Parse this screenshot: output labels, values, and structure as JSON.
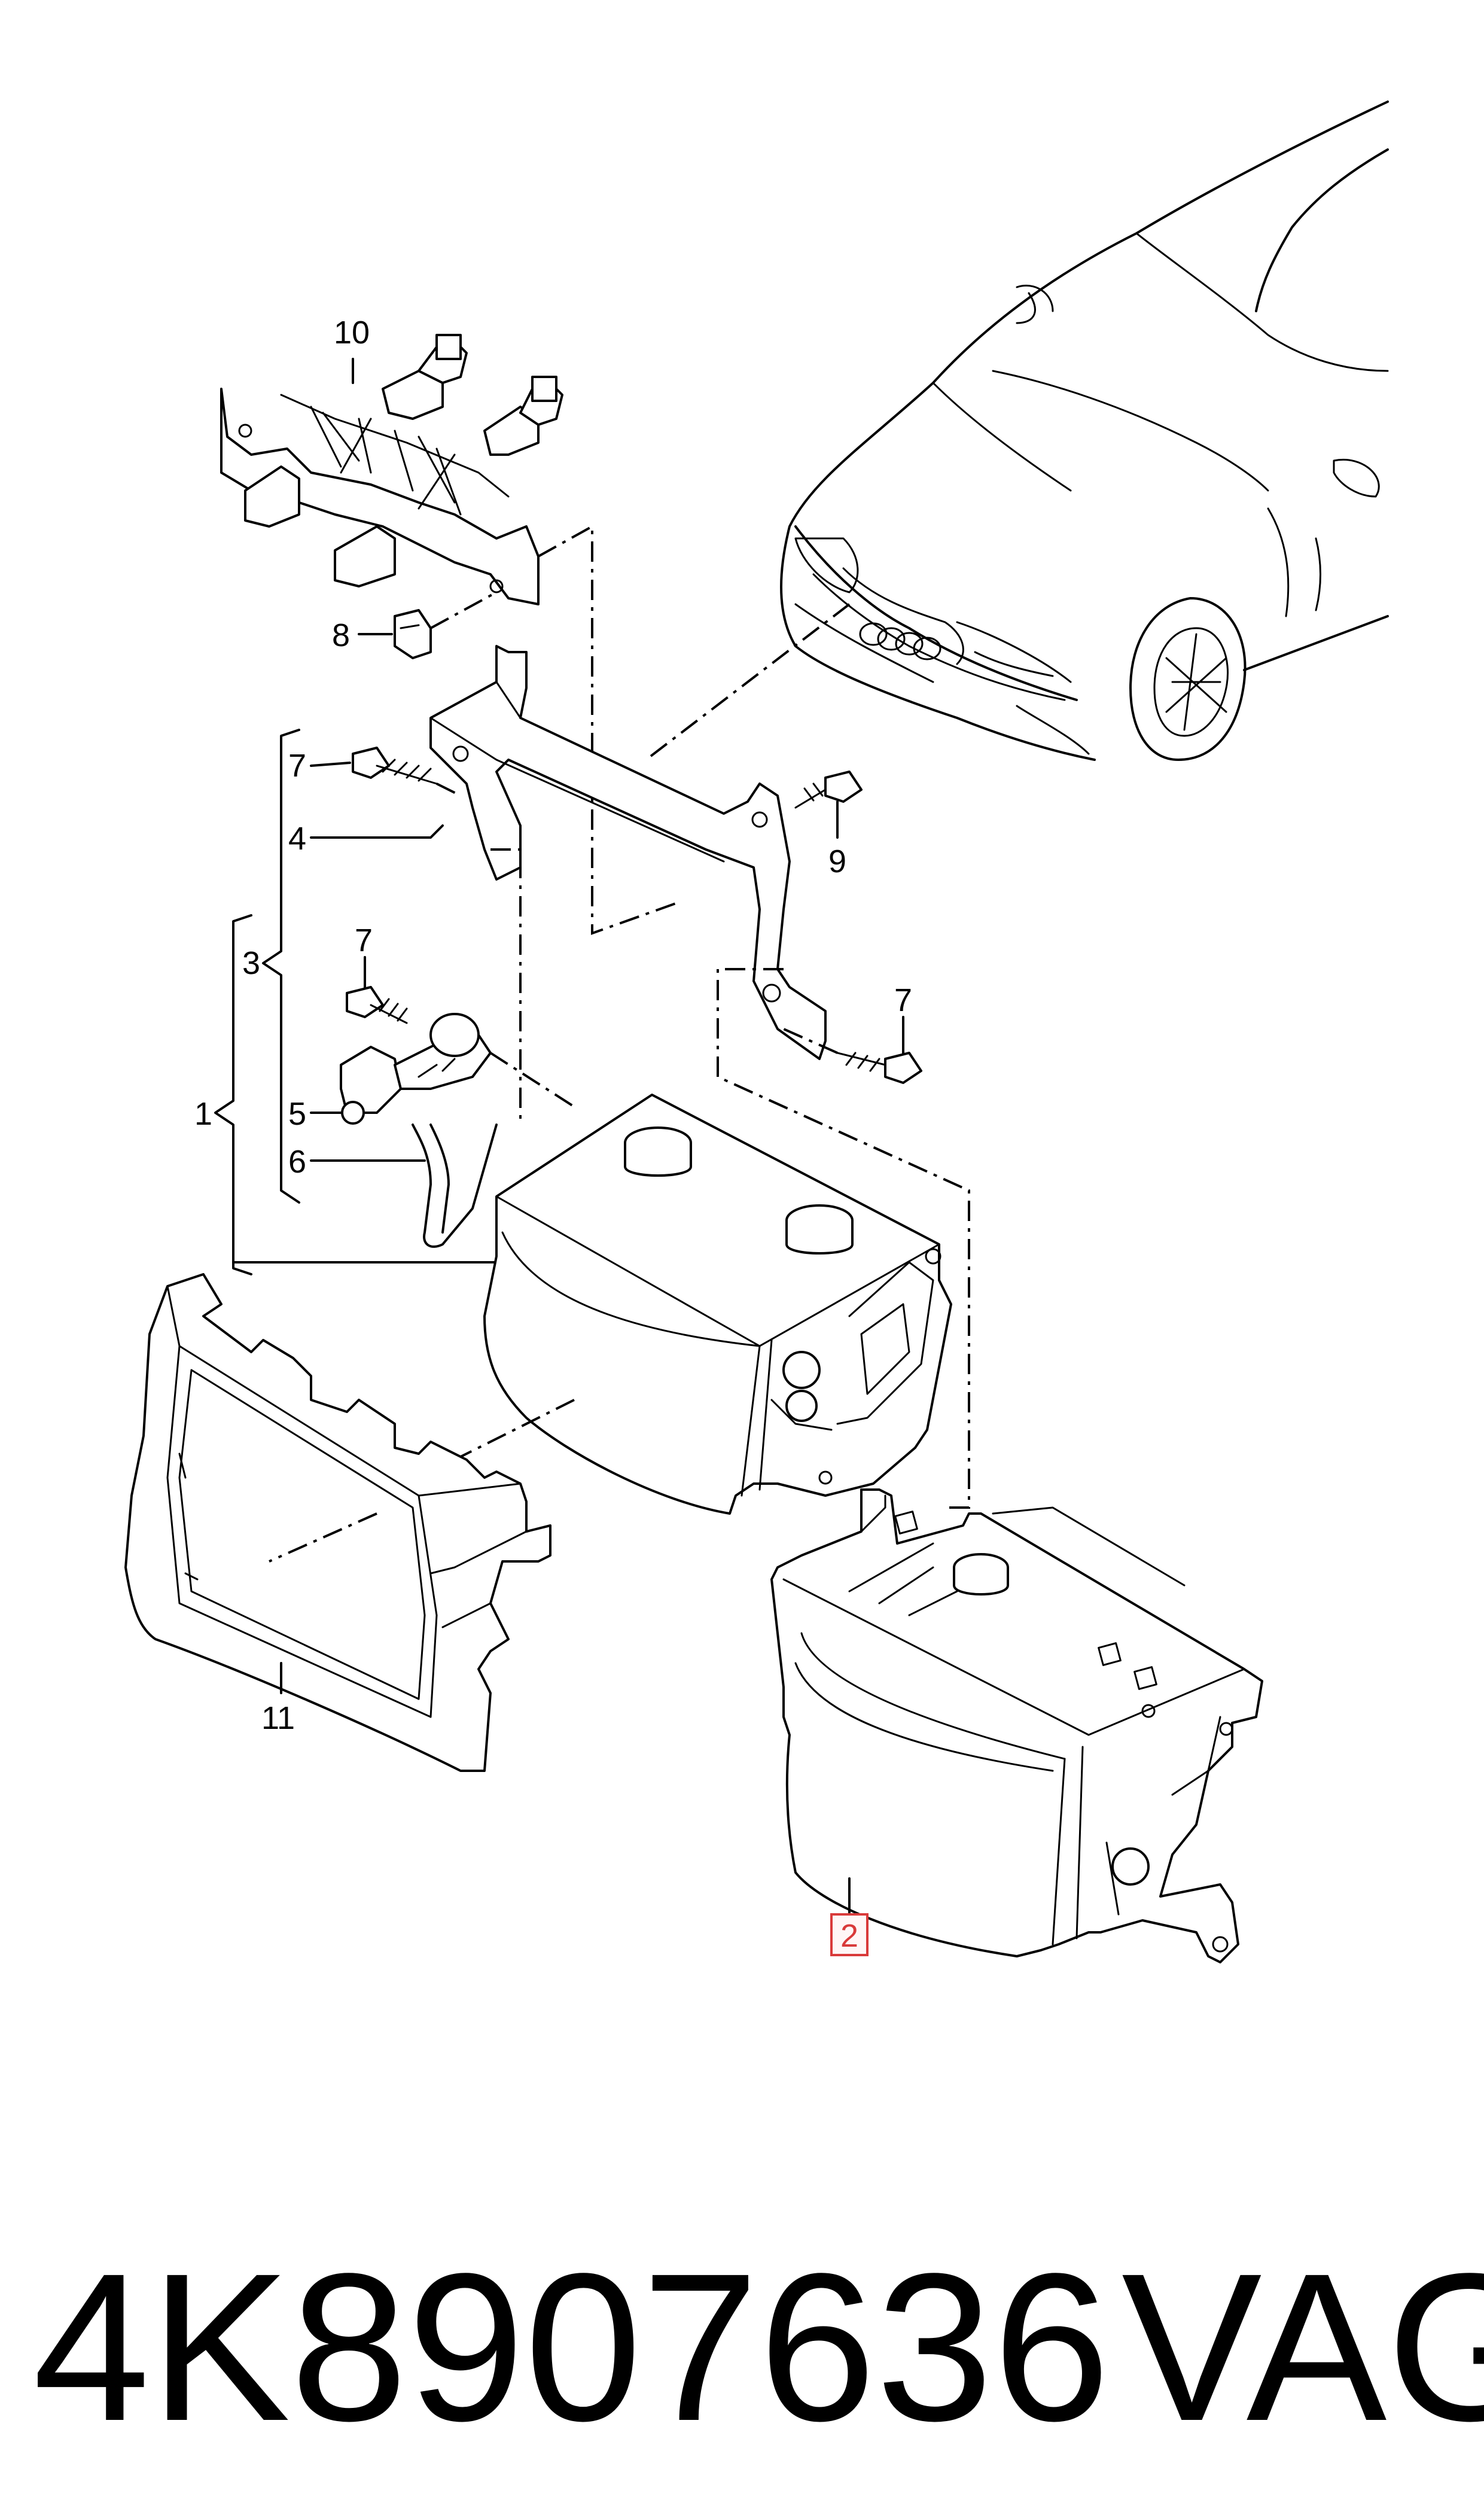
{
  "callouts": {
    "n1": "1",
    "n2": "2",
    "n3": "3",
    "n4": "4",
    "n5": "5",
    "n6": "6",
    "n7a": "7",
    "n7b": "7",
    "n7c": "7",
    "n8": "8",
    "n9": "9",
    "n10": "10",
    "n11": "11"
  },
  "caption": {
    "part_number": "4K8907636",
    "brand": "VAG"
  },
  "colors": {
    "line": "#000000",
    "highlight": "#d93a3a"
  }
}
